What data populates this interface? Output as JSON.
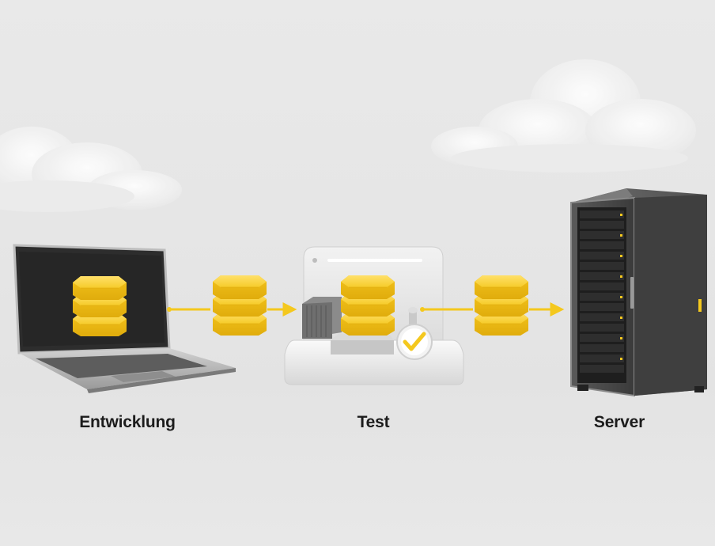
{
  "stages": [
    {
      "id": "entwicklung",
      "label": "Entwicklung"
    },
    {
      "id": "test",
      "label": "Test"
    },
    {
      "id": "server",
      "label": "Server"
    }
  ],
  "colors": {
    "background": "#e7e7e7",
    "accent": "#f4c81e",
    "label_text": "#1c1c1c",
    "device_dark": "#2b2b2b",
    "server_body": "#4a4a4a"
  },
  "icons": {
    "development": "laptop-icon",
    "test": "test-station-icon",
    "production": "server-rack-icon",
    "artifact": "stacked-blocks-icon",
    "verification": "checkmark-icon",
    "container": "shipping-container-icon",
    "flow": "arrow-icon"
  }
}
